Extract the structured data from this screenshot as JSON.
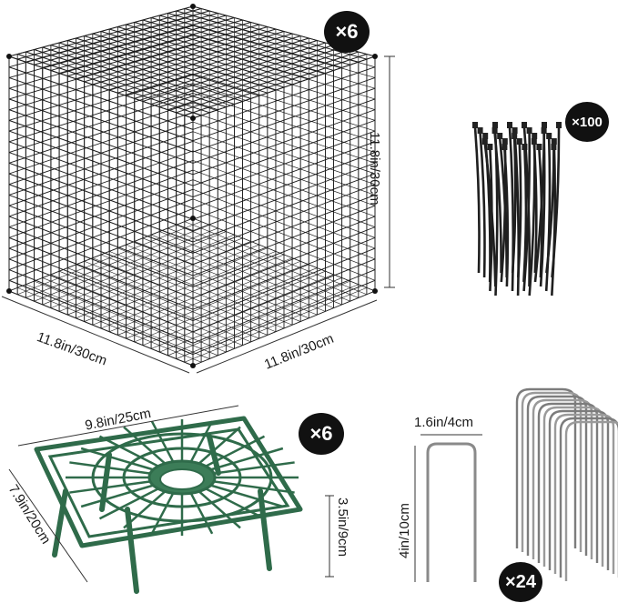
{
  "cube": {
    "quantity": "×6",
    "width": "11.8in/30cm",
    "depth": "11.8in/30cm",
    "height": "11.8in/30cm"
  },
  "ties": {
    "quantity": "×100"
  },
  "support": {
    "quantity": "×6",
    "length": "9.8in/25cm",
    "width": "7.9in/20cm",
    "height": "3.5in/9cm"
  },
  "staples": {
    "quantity": "×24",
    "width": "1.6in/4cm",
    "height": "4in/10cm"
  },
  "colors": {
    "wire": "#1c1c1c",
    "support_green": "#2f6b4a",
    "staple": "#8a8a8a",
    "badge": "#111111"
  }
}
